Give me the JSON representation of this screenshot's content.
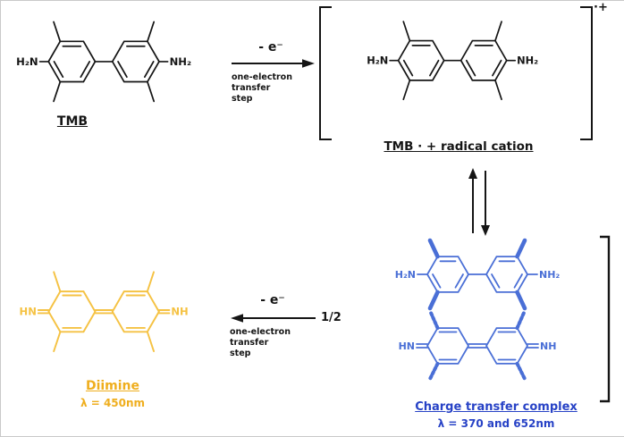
{
  "colors": {
    "black": "#151515",
    "blue_structure": "#4a6fd6",
    "blue_label": "#2742c6",
    "yellow_structure": "#f5c243",
    "yellow_label": "#efae1e"
  },
  "molecules": {
    "tmb": {
      "label": "TMB",
      "left_group": "H₂N",
      "right_group": "NH₂"
    },
    "radical_cation": {
      "label": "TMB · + radical cation",
      "charge": "·+",
      "left_group": "H₂N",
      "right_group": "NH₂"
    },
    "charge_transfer_complex": {
      "label": "Charge transfer complex",
      "wavelength": "λ = 370 and 652nm",
      "top_left_group": "H₂N",
      "top_right_group": "NH₂",
      "bottom_left_group": "HN",
      "bottom_right_group": "NH"
    },
    "diimine": {
      "label": "Diimine",
      "wavelength": "λ = 450nm",
      "left_group": "HN",
      "right_group": "NH"
    }
  },
  "arrows": {
    "step1": {
      "electron": "- e⁻",
      "caption_line1": "one-electron transfer",
      "caption_line2": "step"
    },
    "step2": {
      "electron": "- e⁻",
      "caption_line1": "one-electron transfer",
      "caption_line2": "step",
      "stoichiometry": "1/2"
    }
  }
}
